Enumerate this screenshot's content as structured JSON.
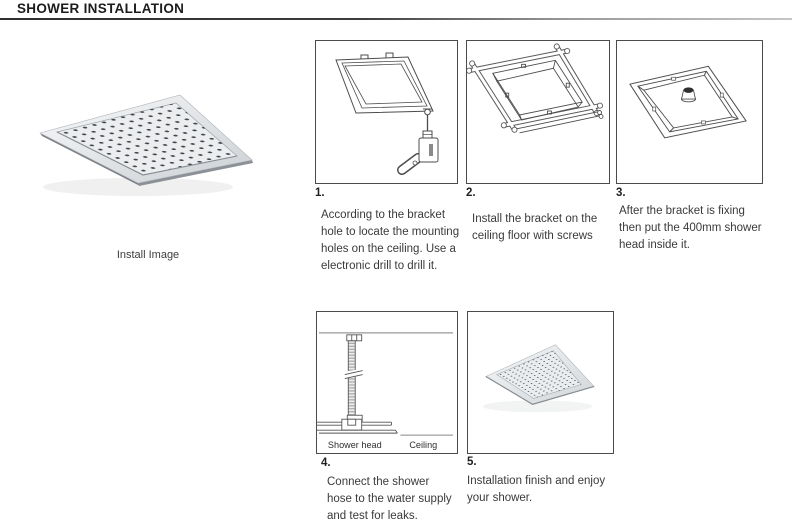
{
  "header": {
    "title": "SHOWER INSTALLATION"
  },
  "install_image": {
    "caption": "Install Image"
  },
  "steps": [
    {
      "number": "1.",
      "text": "According to the bracket\nhole to locate the mounting\nholes on the ceiling. Use a\nelectronic drill to drill it."
    },
    {
      "number": "2.",
      "text": "Install the bracket on the\nceiling floor with screws"
    },
    {
      "number": "3.",
      "text": "After the bracket is fixing\nthen put the 400mm shower\nhead inside it."
    },
    {
      "number": "4.",
      "text": "Connect the shower\nhose to the water supply\nand test for leaks.",
      "diagram_labels": {
        "left": "Shower head",
        "right": "Ceiling"
      }
    },
    {
      "number": "5.",
      "text": "Installation finish and enjoy\nyour shower."
    }
  ],
  "colors": {
    "text": "#3a3a3a",
    "box_border": "#4b4b4b",
    "rule_dark": "#2f2f2f",
    "rule_light": "#c6c6c6"
  }
}
